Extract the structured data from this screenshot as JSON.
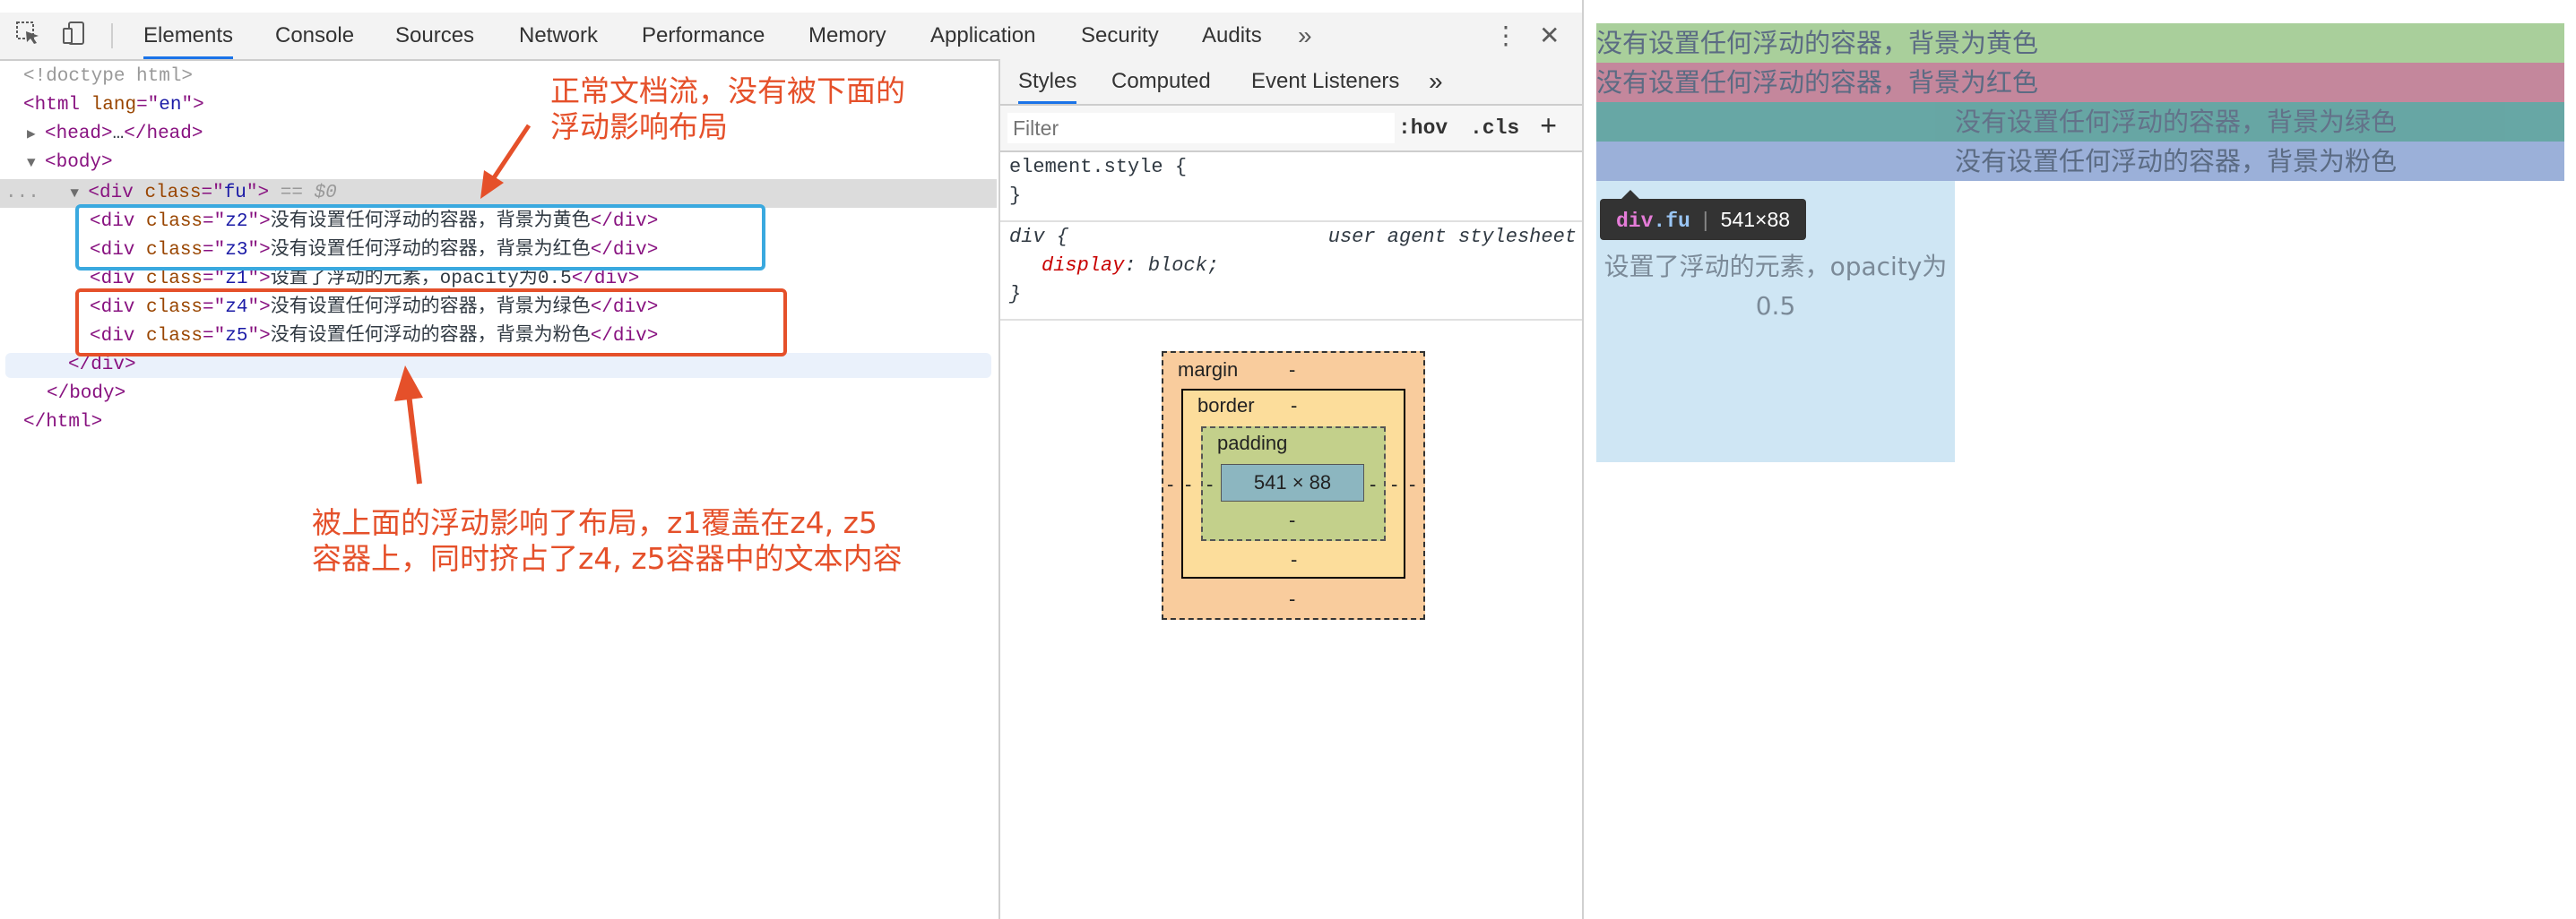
{
  "toolbar": {
    "tabs": [
      "Elements",
      "Console",
      "Sources",
      "Network",
      "Performance",
      "Memory",
      "Application",
      "Security",
      "Audits"
    ],
    "more": "»",
    "kebab": "⋮",
    "close": "✕"
  },
  "dom": {
    "doctype": "<!doctype html>",
    "html_open_tag": "html",
    "html_lang_attr": "lang",
    "html_lang_val": "en",
    "head_tag": "head",
    "head_ellipsis": "…",
    "body_tag": "body",
    "div_tag": "div",
    "class_attr": "class",
    "fu_val": "fu",
    "sel_marker": "== $0",
    "ellipsis_dots": "...",
    "children": [
      {
        "cls": "z2",
        "text": "没有设置任何浮动的容器，背景为黄色"
      },
      {
        "cls": "z3",
        "text": "没有设置任何浮动的容器，背景为红色"
      },
      {
        "cls": "z1",
        "text": "设置了浮动的元素，opacity为0.5"
      },
      {
        "cls": "z4",
        "text": "没有设置任何浮动的容器，背景为绿色"
      },
      {
        "cls": "z5",
        "text": "没有设置任何浮动的容器，背景为粉色"
      }
    ],
    "close_div": "</div>",
    "close_body": "</body>",
    "close_html": "</html>"
  },
  "annotations": {
    "top_note_line1": "正常文档流，没有被下面的",
    "top_note_line2": "浮动影响布局",
    "bottom_note_line1": "被上面的浮动影响了布局，z1覆盖在z4, z5",
    "bottom_note_line2": "容器上，同时挤占了z4, z5容器中的文本内容"
  },
  "styles_pane": {
    "tabs": [
      "Styles",
      "Computed",
      "Event Listeners"
    ],
    "more": "»",
    "filter_placeholder": "Filter",
    "hov": ":hov",
    "cls": ".cls",
    "plus": "+",
    "element_style_selector": "element.style {",
    "close_brace": "}",
    "div_selector": "div {",
    "ua_source": "user agent stylesheet",
    "div_prop": "display",
    "div_value": "block;"
  },
  "box_model": {
    "margin_label": "margin",
    "border_label": "border",
    "padding_label": "padding",
    "content_size": "541 × 88",
    "dash": "-"
  },
  "preview": {
    "yellow_text": "没有设置任何浮动的容器，背景为黄色",
    "red_text": "没有设置任何浮动的容器，背景为红色",
    "green_text": "没有设置任何浮动的容器，背景为绿色",
    "pink_text": "没有设置任何浮动的容器，背景为粉色",
    "float_text": "设置了浮动的元素，opacity为0.5",
    "colors": {
      "yellow": "#a9cf9b",
      "red": "#c4879c",
      "green": "#5fa2a0",
      "pink": "#9bb0d9",
      "float": "#cfe6f4"
    },
    "tooltip_tag": "div",
    "tooltip_class": ".fu",
    "tooltip_size": "541×88"
  }
}
